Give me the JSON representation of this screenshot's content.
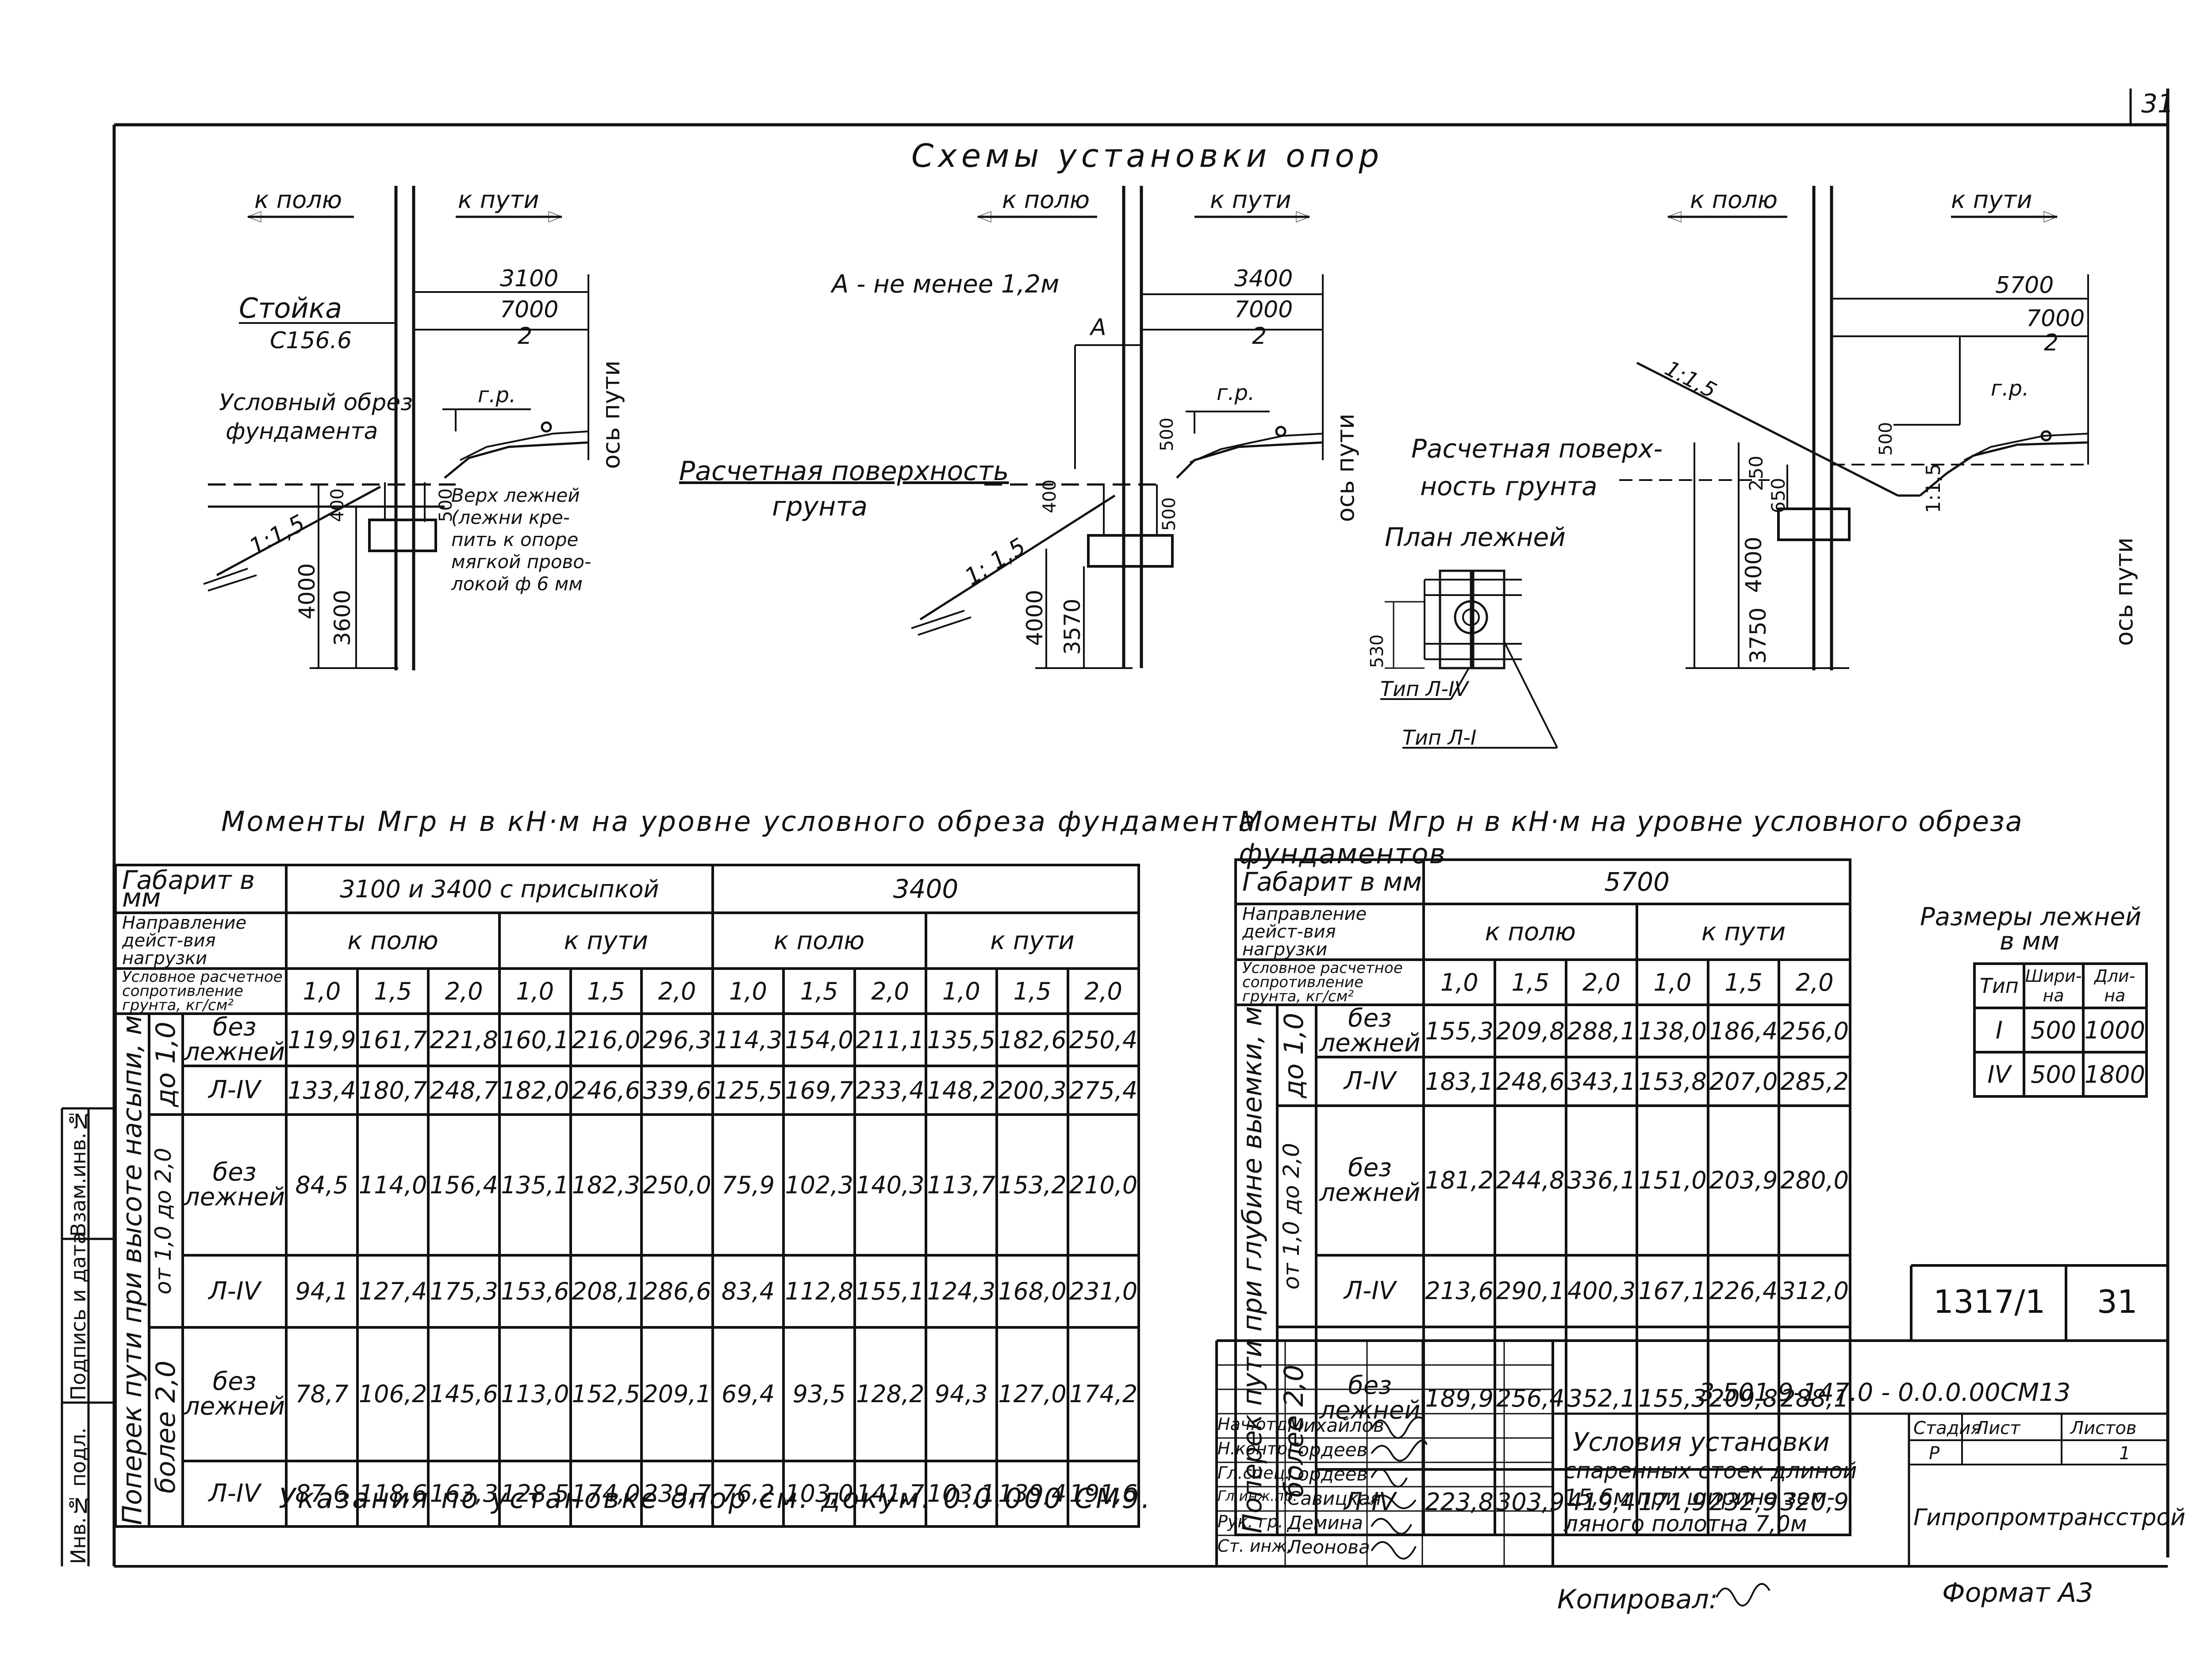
{
  "page_number": "31",
  "top_title": "Схемы установки опор",
  "scheme1": {
    "k_polyu": "к полю",
    "k_puti": "к пути",
    "dim_top": "3100",
    "frac_num": "7000",
    "frac_den": "2",
    "stoyka": "Стойка",
    "stoyka_mark": "С156.6",
    "obrez_1": "Условный обрез",
    "obrez_2": "фундамента",
    "gr": "г.р.",
    "axis": "ось пути",
    "slope": "1:1,5",
    "d500": "500",
    "d400": "400",
    "d4000": "4000",
    "d3600": "3600",
    "note_1": "Верх лежней",
    "note_2": "(лежни кре-",
    "note_3": "пить к опоре",
    "note_4": "мягкой прово-",
    "note_5": "локой ф 6 мм"
  },
  "scheme2": {
    "k_polyu": "к полю",
    "k_puti": "к пути",
    "a_note": "А - не менее 1,2м",
    "a": "А",
    "dim_top": "3400",
    "frac_num": "7000",
    "frac_den": "2",
    "gr": "г.р.",
    "axis": "ось пути",
    "surf_1": "Расчетная поверхность",
    "surf_2": "грунта",
    "slope": "1: 1,5",
    "d500a": "500",
    "d500b": "500",
    "d400": "400",
    "d4000": "4000",
    "d3570": "3570"
  },
  "scheme3": {
    "k_polyu": "к полю",
    "k_puti": "к пути",
    "dim_top": "5700",
    "frac_num": "7000",
    "frac_den": "2",
    "gr": "г.р.",
    "axis": "ось пути",
    "slope_left": "1:1,5",
    "slope_right": "1:1,5",
    "surf_1": "Расчетная поверх-",
    "surf_2": "ность грунта",
    "d500": "500",
    "d250": "250",
    "d650": "650",
    "d4000": "4000",
    "d3750": "3750",
    "plan_title": "План лежней",
    "d530": "530",
    "type_4": "Тип Л-IV",
    "type_1": "Тип Л-I"
  },
  "table1": {
    "caption": "Моменты Мгр н в кН·м на уровне условного обреза фундамента",
    "r0_label": "Габарит в мм",
    "group_a": "3100 и 3400 с присыпкой",
    "group_b": "3400",
    "r1_label": "Направление дейст-вия нагрузки",
    "dirs": [
      "к полю",
      "к пути",
      "к полю",
      "к пути"
    ],
    "r2_label": "Условное расчетное сопротивление грунта, кг/см²",
    "coefs": [
      "1,0",
      "1,5",
      "2,0",
      "1,0",
      "1,5",
      "2,0",
      "1,0",
      "1,5",
      "2,0",
      "1,0",
      "1,5",
      "2,0"
    ],
    "side_label": "Поперек пути при высоте насыпи, м",
    "groups": [
      "до 1,0",
      "от 1,0 до 2,0",
      "более 2,0"
    ],
    "row_labels": [
      "без лежней",
      "Л-IV",
      "без лежней",
      "Л-IV",
      "без лежней",
      "Л-IV"
    ],
    "rows": [
      [
        "119,9",
        "161,7",
        "221,8",
        "160,1",
        "216,0",
        "296,3",
        "114,3",
        "154,0",
        "211,1",
        "135,5",
        "182,6",
        "250,4"
      ],
      [
        "133,4",
        "180,7",
        "248,7",
        "182,0",
        "246,6",
        "339,6",
        "125,5",
        "169,7",
        "233,4",
        "148,2",
        "200,3",
        "275,4"
      ],
      [
        "84,5",
        "114,0",
        "156,4",
        "135,1",
        "182,3",
        "250,0",
        "75,9",
        "102,3",
        "140,3",
        "113,7",
        "153,2",
        "210,0"
      ],
      [
        "94,1",
        "127,4",
        "175,3",
        "153,6",
        "208,1",
        "286,6",
        "83,4",
        "112,8",
        "155,1",
        "124,3",
        "168,0",
        "231,0"
      ],
      [
        "78,7",
        "106,2",
        "145,6",
        "113,0",
        "152,5",
        "209,1",
        "69,4",
        "93,5",
        "128,2",
        "94,3",
        "127,0",
        "174,2"
      ],
      [
        "87,6",
        "118,6",
        "163,3",
        "128,5",
        "174,0",
        "239,7",
        "76,2",
        "103,0",
        "141,7",
        "103,1",
        "139,4",
        "191,6"
      ]
    ]
  },
  "table2": {
    "caption": "Моменты Мгр н в кН·м на уровне условного обреза фундаментов",
    "r0_label": "Габарит в мм",
    "group": "5700",
    "r1_label": "Направление дейст-вия нагрузки",
    "dirs": [
      "к полю",
      "к пути"
    ],
    "r2_label": "Условное расчетное сопротивление грунта, кг/см²",
    "coefs": [
      "1,0",
      "1,5",
      "2,0",
      "1,0",
      "1,5",
      "2,0"
    ],
    "side_label": "Поперек пути при глубине выемки, м",
    "groups": [
      "до 1,0",
      "от 1,0 до 2,0",
      "более 2,0"
    ],
    "row_labels": [
      "без лежней",
      "Л-IV",
      "без лежней",
      "Л-IV",
      "без лежней",
      "Л-IV"
    ],
    "rows": [
      [
        "155,3",
        "209,8",
        "288,1",
        "138,0",
        "186,4",
        "256,0"
      ],
      [
        "183,1",
        "248,6",
        "343,1",
        "153,8",
        "207,0",
        "285,2"
      ],
      [
        "181,2",
        "244,8",
        "336,1",
        "151,0",
        "203,9",
        "280,0"
      ],
      [
        "213,6",
        "290,1",
        "400,3",
        "167,1",
        "226,4",
        "312,0"
      ],
      [
        "189,9",
        "256,4",
        "352,1",
        "155,3",
        "209,8",
        "288,1"
      ],
      [
        "223,8",
        "303,9",
        "419,4",
        "171,9",
        "232,9",
        "320,9"
      ]
    ]
  },
  "table3": {
    "caption_1": "Размеры лежней",
    "caption_2": "в мм",
    "head": [
      "Тип",
      "Шири-на",
      "Дли-на"
    ],
    "rows": [
      [
        "I",
        "500",
        "1000"
      ],
      [
        "IV",
        "500",
        "1800"
      ]
    ]
  },
  "stamp_box": {
    "album": "1317/1",
    "sheet": "31"
  },
  "title_block": {
    "doc_code": "3.501.9-147.0 - 0.0.0.00СМ13",
    "desc": [
      "Условия установки",
      "спаренных стоек длиной",
      "15,6м при ширине зем-",
      "ляного полотна 7,0м"
    ],
    "stage_head": [
      "Стадия",
      "Лист",
      "Листов"
    ],
    "stage_vals": [
      "Р",
      "",
      "1"
    ],
    "org": "Гипропромтрансстрой",
    "roles": [
      "Нач.отд.",
      "Н.контр.",
      "Гл.спец.",
      "Гл.инж.пр.",
      "Рук. гр.",
      "Ст. инж."
    ],
    "names": [
      "Михайлов",
      "Гордеев",
      "Гордеев",
      "Савицкая",
      "Демина",
      "Леонова"
    ]
  },
  "left_strip": [
    "Взам.инв.№",
    "Подпись и дата",
    "Инв.№ подл."
  ],
  "instructions": "Указания по установке опор см. докум. 0.0.000 СМ9.",
  "copied": "Копировал:",
  "format": "Формат А3"
}
